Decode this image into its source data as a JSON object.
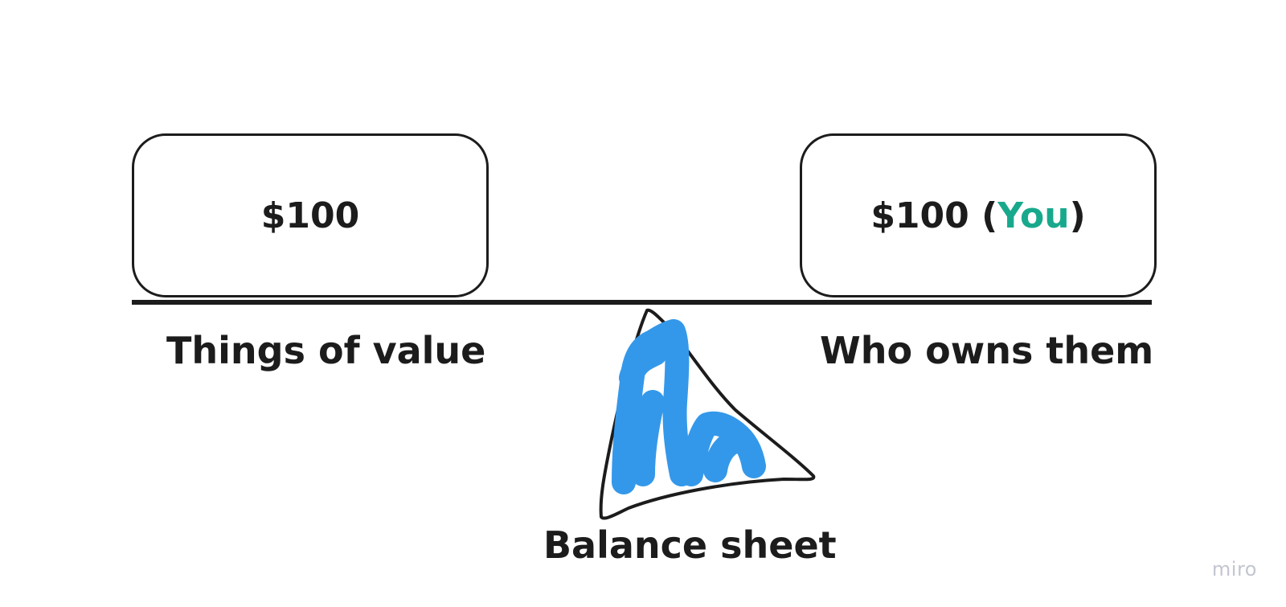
{
  "left_box": {
    "value": "$100"
  },
  "right_box": {
    "value": "$100 (",
    "owner": "You",
    "close": ")"
  },
  "labels": {
    "left": "Things of value",
    "right": "Who owns them",
    "bottom": "Balance sheet"
  },
  "watermark": "miro",
  "colors": {
    "ink": "#1c1c1c",
    "accent": "#18a98d",
    "scribble": "#3498ea",
    "watermark": "#c3c6d0"
  }
}
